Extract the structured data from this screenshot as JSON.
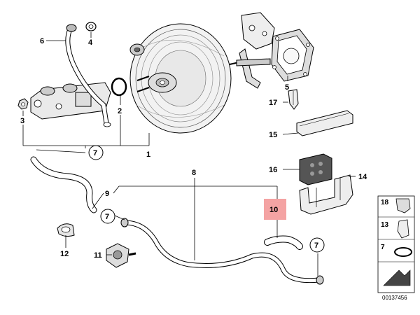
{
  "diagram": {
    "highlight_color": "#f4a3a3",
    "callouts": {
      "c1": "1",
      "c2": "2",
      "c3": "3",
      "c4": "4",
      "c5": "5",
      "c6": "6",
      "c7a": "7",
      "c7b": "7",
      "c7c": "7",
      "c8": "8",
      "c9": "9",
      "c10": "10",
      "c11": "11",
      "c12": "12",
      "c14": "14",
      "c15": "15",
      "c16": "16",
      "c17": "17"
    },
    "legend": {
      "row1": "18",
      "row2": "13",
      "row3": "7"
    },
    "reference_number": "00137456"
  }
}
